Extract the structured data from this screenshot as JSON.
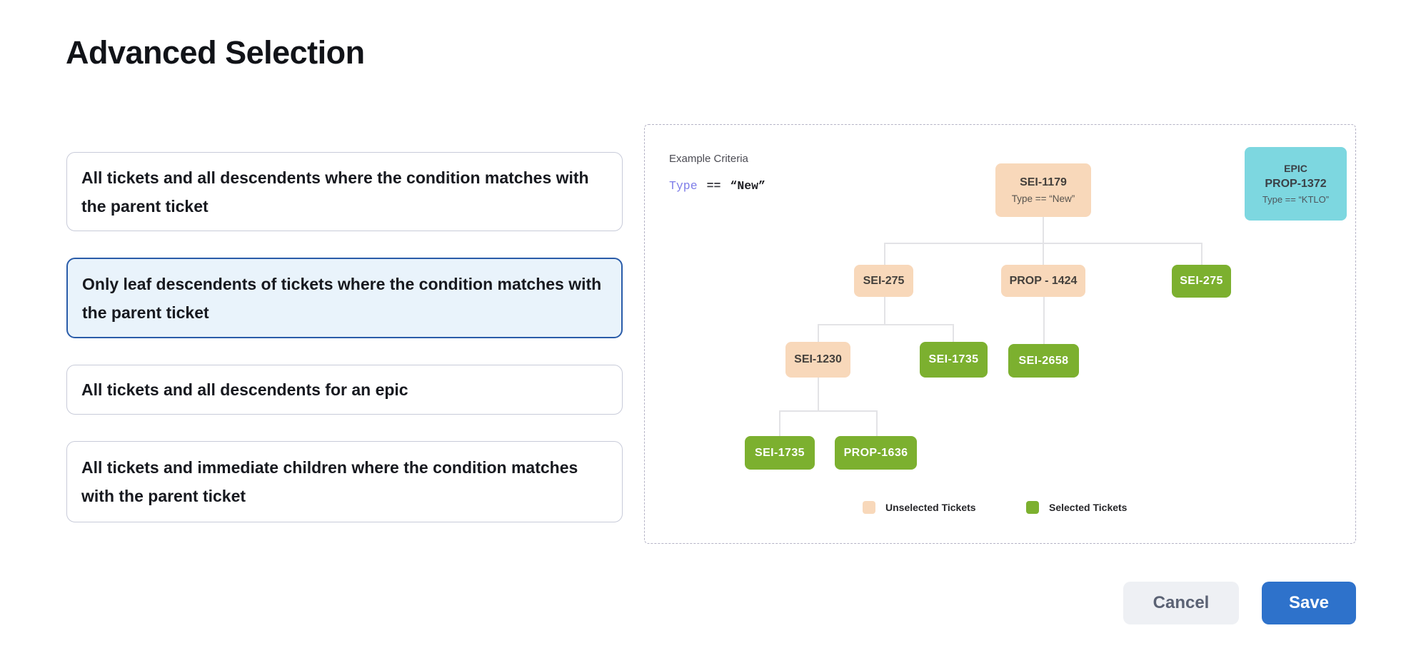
{
  "page": {
    "title": "Advanced Selection"
  },
  "options": [
    {
      "label": "All tickets and all descendents where the condition matches with the parent ticket",
      "selected": false
    },
    {
      "label": "Only leaf descendents of tickets where the condition matches with the parent ticket",
      "selected": true
    },
    {
      "label": "All tickets and all descendents for an epic",
      "selected": false
    },
    {
      "label": "All tickets and immediate children where the condition matches with the parent ticket",
      "selected": false
    }
  ],
  "example": {
    "heading": "Example Criteria",
    "criteria": {
      "field": "Type",
      "operator": "==",
      "value": "“New”"
    },
    "epic": {
      "kind": "EPIC",
      "id": "PROP-1372",
      "criteria": "Type == “KTLO”"
    },
    "tree": {
      "root": {
        "id": "SEI-1179",
        "criteria": "Type == “New”",
        "state": "unselected"
      },
      "level2": [
        {
          "id": "SEI-275",
          "state": "unselected"
        },
        {
          "id": "PROP - 1424",
          "state": "unselected"
        },
        {
          "id": "SEI-275",
          "state": "selected"
        }
      ],
      "level3": [
        {
          "id": "SEI-1230",
          "state": "unselected"
        },
        {
          "id": "SEI-1735",
          "state": "selected"
        },
        {
          "id": "SEI-2658",
          "state": "selected"
        }
      ],
      "level4": [
        {
          "id": "SEI-1735",
          "state": "selected"
        },
        {
          "id": "PROP-1636",
          "state": "selected"
        }
      ]
    },
    "legend": [
      {
        "label": "Unselected Tickets",
        "color": "#f8d8ba"
      },
      {
        "label": "Selected Tickets",
        "color": "#7cb02f"
      }
    ]
  },
  "footer": {
    "cancel_label": "Cancel",
    "save_label": "Save"
  },
  "colors": {
    "unselected_fill": "#f8d8ba",
    "selected_fill": "#7cb02f",
    "epic_fill": "#7dd7e0",
    "selected_card_border": "#2a5ca9",
    "selected_card_bg": "#e9f3fb",
    "save_button_bg": "#2e72cb",
    "criteria_field": "#7d7ce8"
  }
}
